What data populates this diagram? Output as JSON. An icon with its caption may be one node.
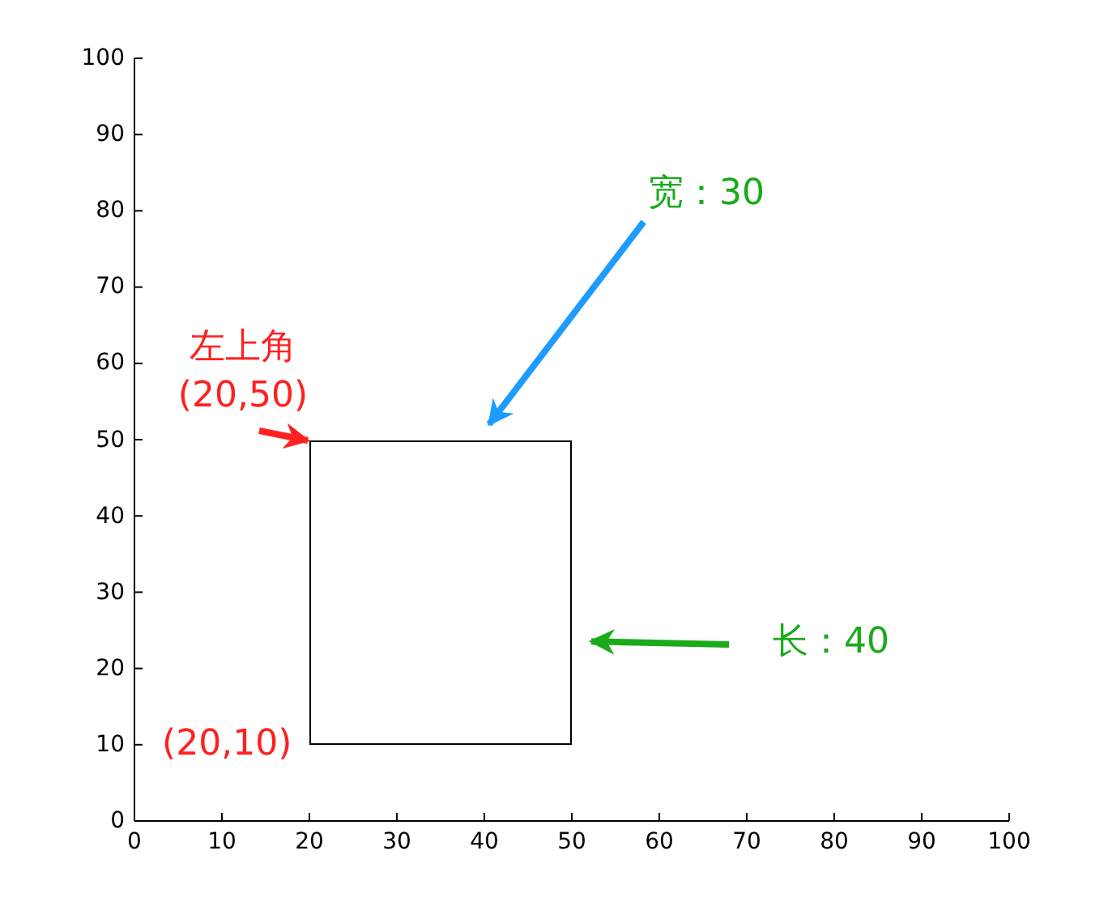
{
  "diagram": {
    "nodes": [
      {
        "text": [],
        "shape": "box"
      },
      {
        "text": [
          "左上角",
          "(20,50)"
        ]
      },
      {
        "text": [
          "宽：30"
        ]
      },
      {
        "text": [
          "长：40"
        ]
      }
    ],
    "edges": [
      {
        "from": 1,
        "to": 0,
        "arrow": "to",
        "color": "#ff2020"
      },
      {
        "from": 2,
        "to": 0,
        "arrow": "to",
        "color": "#1e9bff"
      },
      {
        "from": 3,
        "to": 0,
        "arrow": "to",
        "color": "#1aaa1a"
      }
    ],
    "labels": [
      "100",
      "90",
      "80",
      "70",
      "60",
      "50",
      "40",
      "30",
      "20",
      "10",
      "0",
      "(20,10)",
      "0",
      "10",
      "20",
      "30",
      "40",
      "50",
      "60",
      "70",
      "80",
      "90",
      "100"
    ]
  }
}
